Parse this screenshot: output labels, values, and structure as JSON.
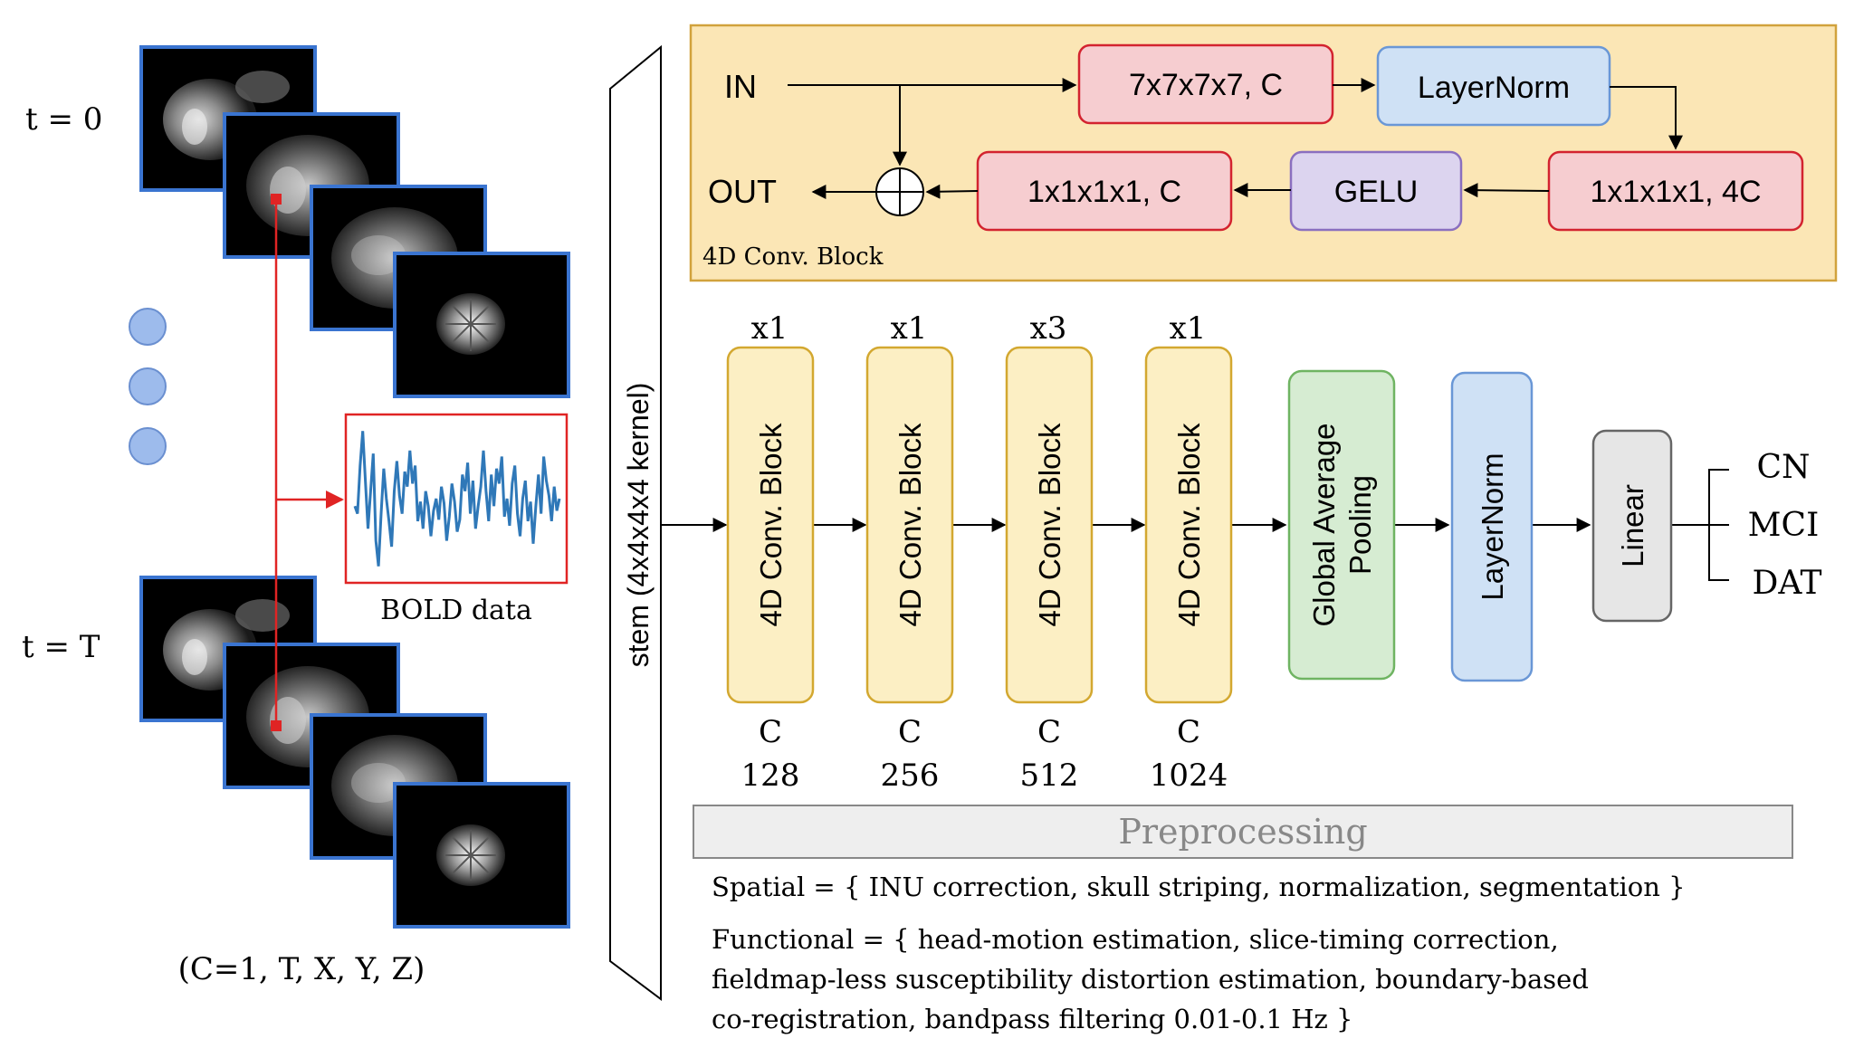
{
  "input_panel": {
    "t0_label": "t = 0",
    "tT_label": "t = T",
    "bold_label": "BOLD data",
    "shape_label": "(C=1, T, X, Y, Z)"
  },
  "stem_label": "stem (4x4x4x4 kernel)",
  "conv_block_detail": {
    "caption": "4D Conv. Block",
    "in_label": "IN",
    "out_label": "OUT",
    "conv7": "7x7x7x7, C",
    "layernorm": "LayerNorm",
    "conv1_4c": "1x1x1x1, 4C",
    "gelu": "GELU",
    "conv1_c": "1x1x1x1, C"
  },
  "stages": [
    {
      "repeat": "x1",
      "label": "4D Conv. Block",
      "c_label": "C",
      "channels": "128"
    },
    {
      "repeat": "x1",
      "label": "4D Conv. Block",
      "c_label": "C",
      "channels": "256"
    },
    {
      "repeat": "x3",
      "label": "4D Conv. Block",
      "c_label": "C",
      "channels": "512"
    },
    {
      "repeat": "x1",
      "label": "4D Conv. Block",
      "c_label": "C",
      "channels": "1024"
    }
  ],
  "pooling": {
    "line1": "Global Average",
    "line2": "Pooling"
  },
  "layernorm_head": "LayerNorm",
  "linear": "Linear",
  "outputs": [
    "CN",
    "MCI",
    "DAT"
  ],
  "preprocessing": {
    "title": "Preprocessing",
    "spatial": "Spatial = { INU correction, skull striping, normalization, segmentation }",
    "functional_lines": [
      "Functional = { head-motion estimation, slice-timing correction,",
      "fieldmap-less susceptibility distortion estimation, boundary-based",
      "co-registration, bandpass filtering 0.01-0.1 Hz }"
    ]
  },
  "colors": {
    "frame_blue": "#3a74d0",
    "dot_blue": "#9dbbec",
    "signal_blue": "#2f78b8",
    "red": "#e02424",
    "conv_red_fill": "#f6cdd0",
    "conv_red_stroke": "#d3232f",
    "ln_blue_fill": "#cfe1f5",
    "ln_blue_stroke": "#6a97d6",
    "gelu_fill": "#dcd4ef",
    "gelu_stroke": "#8a6fbf",
    "block_yellow_fill": "#fcefc4",
    "block_yellow_stroke": "#d3a830",
    "panel_fill": "#fbe6b5",
    "panel_stroke": "#d1a23c",
    "pool_fill": "#d6ecd2",
    "pool_stroke": "#6fb462",
    "linear_fill": "#e6e6e6",
    "linear_stroke": "#666666",
    "prep_fill": "#eeeeee",
    "prep_stroke": "#888888",
    "prep_text": "#888888"
  },
  "bold_signal": [
    0.45,
    0.4,
    0.72,
    0.95,
    0.62,
    0.3,
    0.55,
    0.8,
    0.22,
    0.05,
    0.4,
    0.7,
    0.5,
    0.35,
    0.18,
    0.55,
    0.75,
    0.52,
    0.4,
    0.68,
    0.58,
    0.82,
    0.6,
    0.72,
    0.35,
    0.48,
    0.3,
    0.55,
    0.45,
    0.25,
    0.42,
    0.5,
    0.36,
    0.58,
    0.47,
    0.22,
    0.38,
    0.6,
    0.48,
    0.28,
    0.36,
    0.66,
    0.55,
    0.74,
    0.4,
    0.62,
    0.3,
    0.45,
    0.58,
    0.82,
    0.55,
    0.35,
    0.66,
    0.45,
    0.7,
    0.6,
    0.78,
    0.38,
    0.5,
    0.32,
    0.6,
    0.72,
    0.4,
    0.25,
    0.5,
    0.62,
    0.35,
    0.48,
    0.2,
    0.45,
    0.66,
    0.4,
    0.78,
    0.62,
    0.52,
    0.35,
    0.58,
    0.42,
    0.5
  ]
}
